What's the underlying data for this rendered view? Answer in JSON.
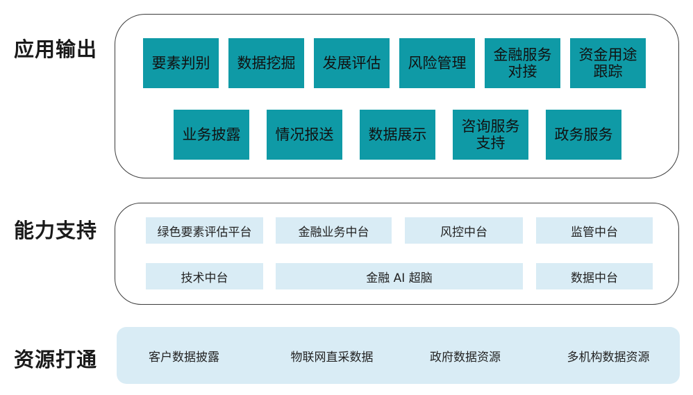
{
  "layers": {
    "application": {
      "title": "应用输出",
      "row1": [
        {
          "lines": [
            "要素判别"
          ]
        },
        {
          "lines": [
            "数据挖掘"
          ]
        },
        {
          "lines": [
            "发展评估"
          ]
        },
        {
          "lines": [
            "风险管理"
          ]
        },
        {
          "lines": [
            "金融服务",
            "对接"
          ]
        },
        {
          "lines": [
            "资金用途",
            "跟踪"
          ]
        }
      ],
      "row2": [
        {
          "lines": [
            "业务披露"
          ]
        },
        {
          "lines": [
            "情况报送"
          ]
        },
        {
          "lines": [
            "数据展示"
          ]
        },
        {
          "lines": [
            "咨询服务",
            "支持"
          ]
        },
        {
          "lines": [
            "政务服务"
          ]
        }
      ]
    },
    "capability": {
      "title": "能力支持",
      "row1": [
        "绿色要素评估平台",
        "金融业务中台",
        "风控中台",
        "监管中台"
      ],
      "row2": [
        "技术中台",
        "金融 AI 超脑",
        "数据中台"
      ]
    },
    "resources": {
      "title": "资源打通",
      "items": [
        "客户数据披露",
        "物联网直采数据",
        "政府数据资源",
        "多机构数据资源"
      ]
    }
  },
  "colors": {
    "tile": "#0f9aa6",
    "cell": "#d9ecf5",
    "border": "#3a3a3a"
  }
}
